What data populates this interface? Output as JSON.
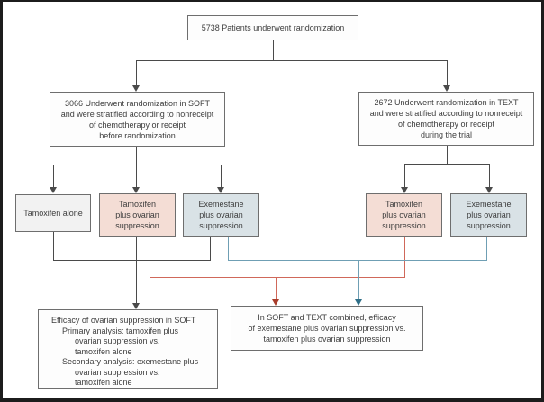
{
  "colors": {
    "pink_fill": "#f4ddd5",
    "blue_fill": "#d9e2e6",
    "neutral_fill": "#f2f2f2",
    "white_fill": "#fdfdfd",
    "box_border": "#6e6e6e",
    "line_dark": "#4a4a4a",
    "line_red": "#d0685a",
    "arrow_red": "#a83c2a",
    "line_blue": "#6f9fb4",
    "arrow_blue": "#2e6e87",
    "text": "#3d3d3d",
    "frame": "#1c1c1c",
    "background": "#ffffff"
  },
  "flowchart": {
    "randomization_box": {
      "text": "5738 Patients underwent randomization"
    },
    "soft_box": {
      "lines": [
        "3066 Underwent randomization in SOFT",
        "and were stratified according to nonreceipt",
        "of chemotherapy or receipt",
        "before randomization"
      ]
    },
    "text_box": {
      "lines": [
        "2672 Underwent randomization in TEXT",
        "and were stratified according to nonreceipt",
        "of chemotherapy or receipt",
        "during the trial"
      ]
    },
    "arms": {
      "tamoxifen_alone": {
        "text": "Tamoxifen alone"
      },
      "tamoxifen_os_soft": {
        "lines": [
          "Tamoxifen",
          "plus ovarian",
          "suppression"
        ]
      },
      "exemestane_os_soft": {
        "lines": [
          "Exemestane",
          "plus ovarian",
          "suppression"
        ]
      },
      "tamoxifen_os_text": {
        "lines": [
          "Tamoxifen",
          "plus ovarian",
          "suppression"
        ]
      },
      "exemestane_os_text": {
        "lines": [
          "Exemestane",
          "plus ovarian",
          "suppression"
        ]
      }
    },
    "soft_efficacy_box": {
      "lines": [
        "Efficacy of ovarian suppression in SOFT",
        "Primary analysis: tamoxifen plus",
        "ovarian suppression vs.",
        "tamoxifen alone",
        "Secondary analysis: exemestane plus",
        "ovarian suppression vs.",
        "tamoxifen alone"
      ]
    },
    "combined_box": {
      "lines": [
        "In SOFT and TEXT combined, efficacy",
        "of exemestane plus ovarian suppression vs.",
        "tamoxifen plus ovarian suppression"
      ]
    }
  }
}
